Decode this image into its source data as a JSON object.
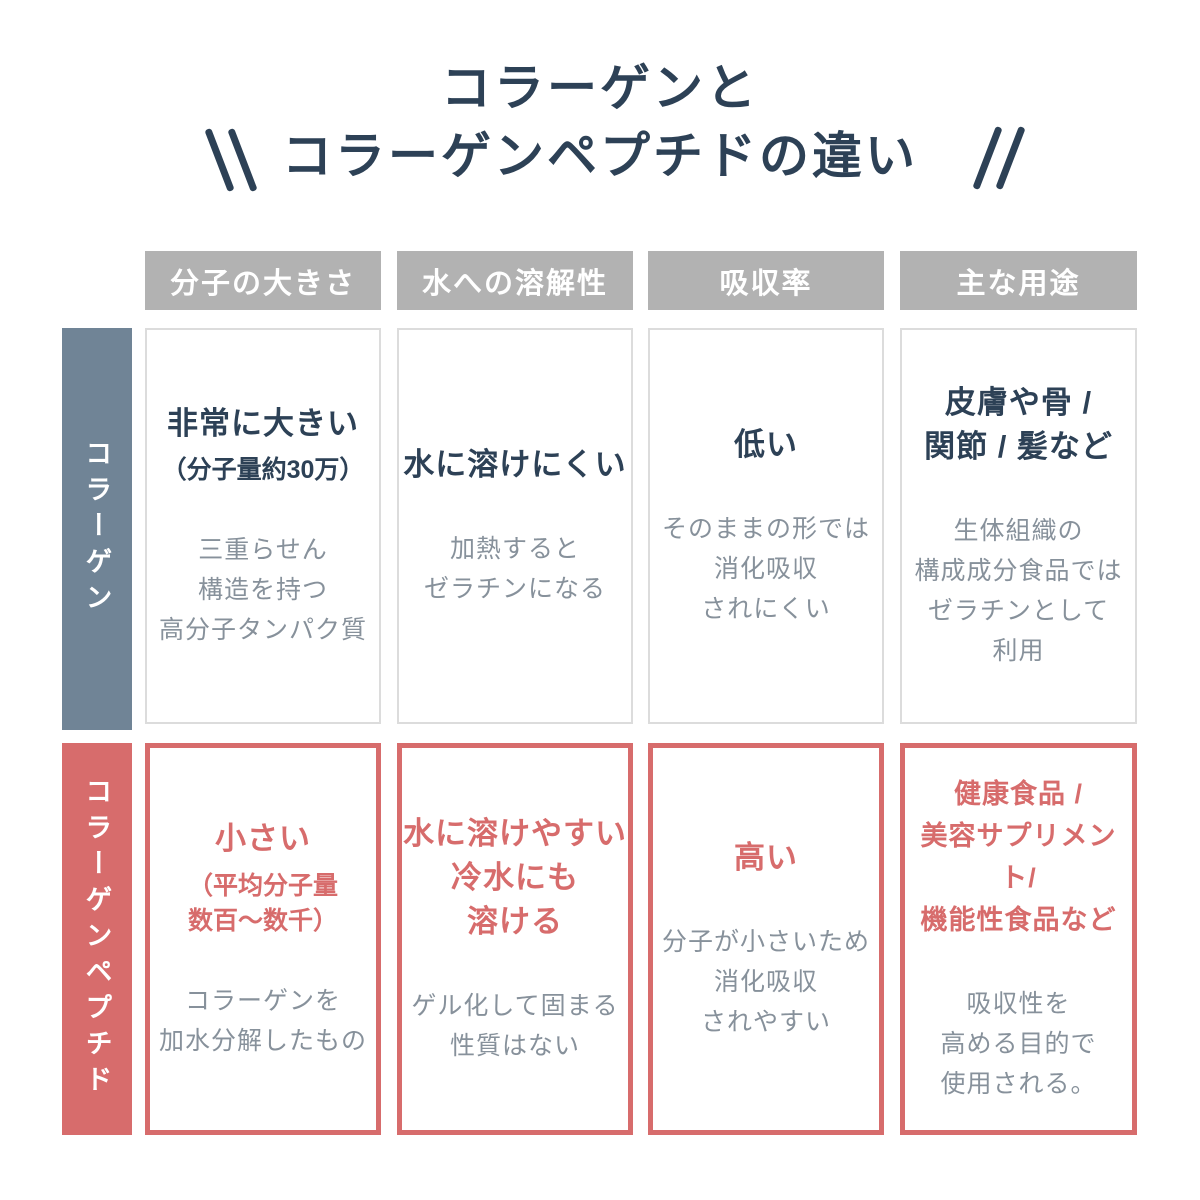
{
  "title": {
    "line1": "コラーゲンと",
    "line2": "コラーゲンペプチドの違い"
  },
  "colors": {
    "title_navy": "#2d4156",
    "header_gray": "#b2b2b2",
    "collagen_bar_blue": "#708496",
    "peptide_red": "#d76c6c",
    "body_text_gray": "#87919b",
    "cell_border_gray": "#dcdcdc"
  },
  "table": {
    "column_headers": [
      "分子の大きさ",
      "水への溶解性",
      "吸収率",
      "主な用途"
    ],
    "rows": [
      {
        "header": "コラーゲン",
        "cells": [
          {
            "title": "非常に大きい",
            "subtitle": "（分子量約30万）",
            "body": "三重らせん\n構造を持つ\n高分子タンパク質"
          },
          {
            "title": "水に溶けにくい",
            "body": "加熱すると\nゼラチンになる"
          },
          {
            "title": "低い",
            "body": "そのままの形では\n消化吸収\nされにくい"
          },
          {
            "title": "皮膚や骨 /\n関節 / 髪など",
            "body": "生体組織の\n構成成分食品では\nゼラチンとして\n利用"
          }
        ]
      },
      {
        "header": "コラーゲンペプチド",
        "cells": [
          {
            "title": "小さい",
            "subtitle": "（平均分子量\n数百〜数千）",
            "body": "コラーゲンを\n加水分解したもの"
          },
          {
            "title": "水に溶けやすい\n冷水にも\n溶ける",
            "body": "ゲル化して固まる\n性質はない"
          },
          {
            "title": "高い",
            "body": "分子が小さいため\n消化吸収\nされやすい"
          },
          {
            "title": "健康食品 /\n美容サプリメント/\n機能性食品など",
            "body": "吸収性を\n高める目的で\n使用される。"
          }
        ]
      }
    ]
  }
}
